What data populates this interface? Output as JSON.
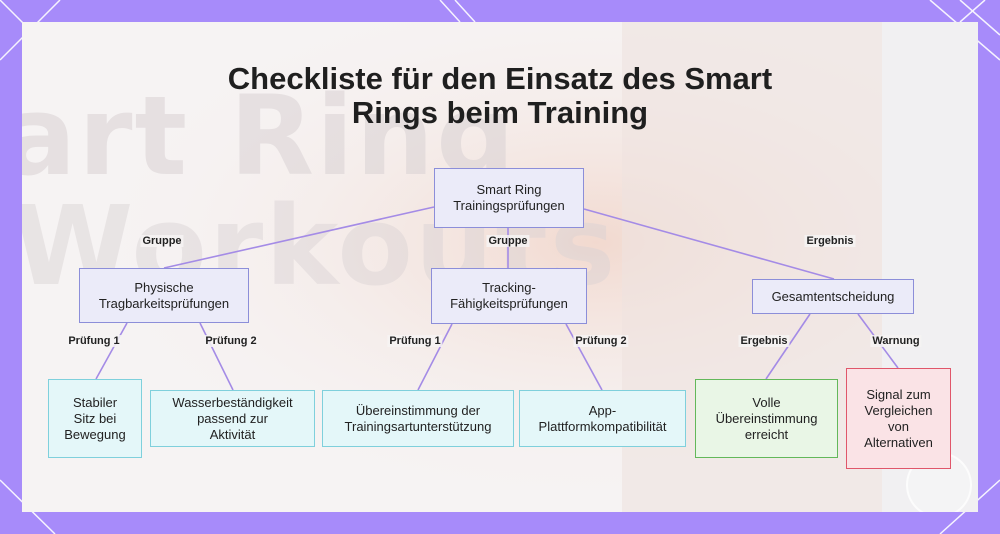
{
  "title": {
    "line1": "Checkliste für den Einsatz des Smart",
    "line2": "Rings beim Training"
  },
  "nodes": {
    "root": {
      "line1": "Smart Ring",
      "line2": "Trainingsprüfungen"
    },
    "physical": {
      "line1": "Physische",
      "line2": "Tragbarkeitsprüfungen"
    },
    "tracking": {
      "line1": "Tracking-",
      "line2": "Fähigkeitsprüfungen"
    },
    "decision": {
      "line1": "Gesamtentscheidung"
    },
    "stable_fit": {
      "line1": "Stabiler",
      "line2": "Sitz bei",
      "line3": "Bewegung"
    },
    "water": {
      "line1": "Wasserbeständigkeit",
      "line2": "passend zur",
      "line3": "Aktivität"
    },
    "training_support": {
      "line1": "Übereinstimmung der",
      "line2": "Trainingsartunterstützung"
    },
    "app_compat": {
      "line1": "App-",
      "line2": "Plattformkompatibilität"
    },
    "full_match": {
      "line1": "Volle",
      "line2": "Übereinstimmung",
      "line3": "erreicht"
    },
    "alternatives": {
      "line1": "Signal zum",
      "line2": "Vergleichen",
      "line3": "von",
      "line4": "Alternativen"
    }
  },
  "edge_labels": {
    "root_physical": "Gruppe",
    "root_tracking": "Gruppe",
    "root_decision": "Ergebnis",
    "physical_stable": "Prüfung 1",
    "physical_water": "Prüfung 2",
    "tracking_training": "Prüfung 1",
    "tracking_app": "Prüfung 2",
    "decision_full": "Ergebnis",
    "decision_alt": "Warnung"
  },
  "background_text": {
    "word1": "art Ring",
    "word2": "Workouts"
  },
  "colors": {
    "frame": "#a78bfa",
    "edge": "#a48be6",
    "node_purple": "#8c8ed9",
    "node_cyan": "#7fd0dc",
    "node_green": "#63b85a",
    "node_red": "#e0566a"
  }
}
